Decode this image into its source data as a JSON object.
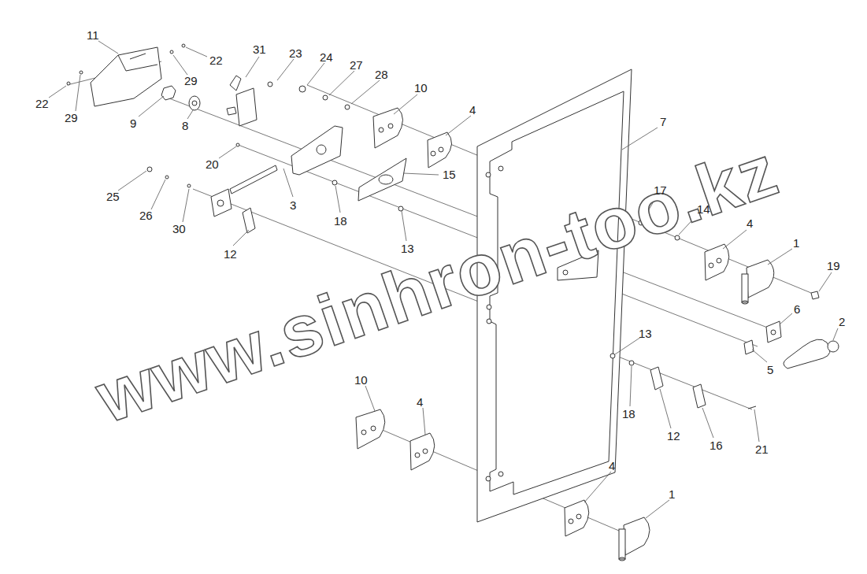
{
  "diagram": {
    "labels": [
      "11",
      "22",
      "31",
      "23",
      "24",
      "27",
      "28",
      "10",
      "4",
      "7",
      "22",
      "29",
      "29",
      "9",
      "8",
      "20",
      "15",
      "25",
      "26",
      "30",
      "3",
      "18",
      "17",
      "14",
      "4",
      "1",
      "19",
      "12",
      "13",
      "6",
      "2",
      "13",
      "5",
      "10",
      "4",
      "18",
      "12",
      "16",
      "21",
      "4",
      "1",
      "www.sinhron-too.kz"
    ]
  }
}
